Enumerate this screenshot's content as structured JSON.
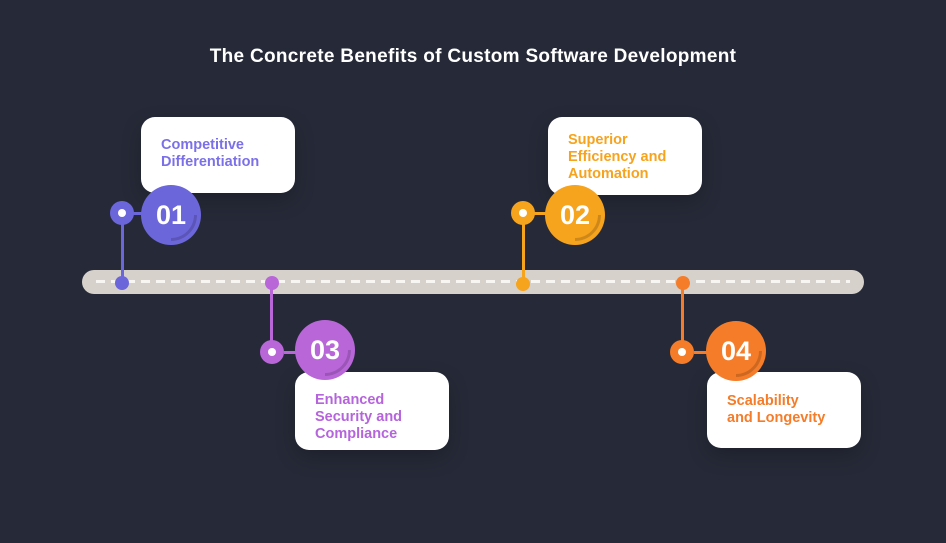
{
  "title": "The Concrete Benefits of Custom Software Development",
  "colors": {
    "background": "#262A38",
    "card_background": "#FFFFFF",
    "timeline_bar": "#D6D2CB",
    "timeline_dash": "#F8F6F2",
    "item1_accent": "#6C66DB",
    "item1_text": "#7B70E8",
    "item2_accent": "#F6A31E",
    "item2_text": "#F6A31E",
    "item3_accent": "#B966D9",
    "item3_text": "#B564DC",
    "item4_accent": "#F57C28",
    "item4_text": "#F57C28"
  },
  "timeline": {
    "items": [
      {
        "number": "01",
        "label": "Competitive\nDifferentiation",
        "color": "#6C66DB",
        "side": "above"
      },
      {
        "number": "02",
        "label": "Superior\nEfficiency and\nAutomation",
        "color": "#F6A31E",
        "side": "above"
      },
      {
        "number": "03",
        "label": "Enhanced\nSecurity and\nCompliance",
        "color": "#B966D9",
        "side": "below"
      },
      {
        "number": "04",
        "label": "Scalability\nand Longevity",
        "color": "#F57C28",
        "side": "below"
      }
    ]
  }
}
